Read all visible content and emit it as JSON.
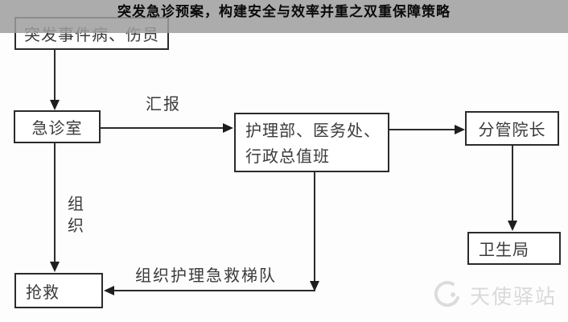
{
  "banner": {
    "text": "突发急诊预案，构建安全与效率并重之双重保障策略"
  },
  "flowchart": {
    "nodes": [
      {
        "id": "incident",
        "label": "突发事件病、伤员"
      },
      {
        "id": "emergency-room",
        "label": "急诊室"
      },
      {
        "id": "departments",
        "label": "护理部、医务处、",
        "label2": "行政总值班"
      },
      {
        "id": "vice-president",
        "label": "分管院长"
      },
      {
        "id": "health-bureau",
        "label": "卫生局"
      },
      {
        "id": "rescue",
        "label": "抢救"
      }
    ],
    "edges": {
      "report_label": "汇报",
      "organize_chars": [
        "组",
        "织"
      ],
      "echelon_label": "组织护理急救梯队"
    }
  },
  "watermark": {
    "text": "天使驿站"
  },
  "colors": {
    "background": "#fdfdfd",
    "box_border": "#2b2b2b",
    "box_text": "#3a3a3a",
    "band_overlay": "#a9a9a9",
    "banner_text": "#0a0a0a",
    "watermark": "#d9d9d9"
  }
}
